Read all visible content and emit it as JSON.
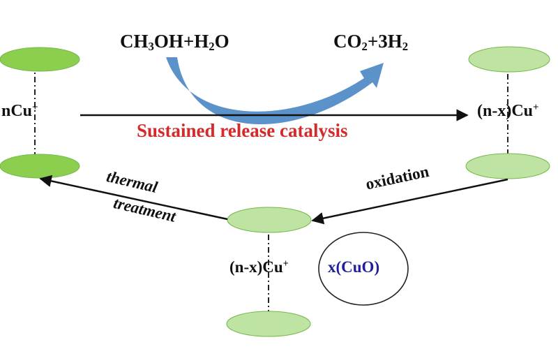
{
  "colors": {
    "disc_fill_dark": "#8ccf4e",
    "disc_fill_light": "#bfe3a2",
    "disc_stroke": "#74b84a",
    "curved_arrow_fill": "#5b92c9",
    "catalysis_text": "#d42a2a",
    "cuo_text": "#1f1f9c",
    "arrow_stroke": "#111111"
  },
  "reaction": {
    "reactants": {
      "prefix": "CH",
      "sub1": "3",
      "mid": "OH+H",
      "sub2": "2",
      "suffix": "O"
    },
    "products": {
      "prefix": "CO",
      "sub1": "2",
      "mid": "+3H",
      "sub2": "2"
    }
  },
  "process_label": "Sustained release catalysis",
  "states": {
    "left": {
      "base": "nCu",
      "charge": "+"
    },
    "right": {
      "base": "(n-x)Cu",
      "charge": "+"
    },
    "bottom": {
      "base": "(n-x)Cu",
      "charge": "+",
      "oxide": "x(CuO)"
    }
  },
  "steps": {
    "oxidation": "oxidation",
    "thermal_line1": "thermal",
    "thermal_line2": "treatment"
  }
}
